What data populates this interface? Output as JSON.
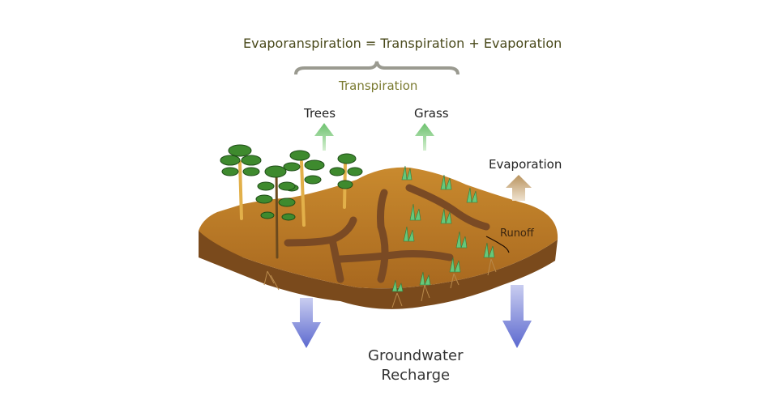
{
  "labels": {
    "equation": "Evaporanspiration = Transpiration + Evaporation",
    "transpiration": "Transpiration",
    "trees": "Trees",
    "grass": "Grass",
    "evaporation": "Evaporation",
    "runoff": "Runoff",
    "groundwater_line1": "Groundwater",
    "groundwater_line2": "Recharge"
  },
  "colors": {
    "soil_top": "#b97a26",
    "soil_side": "#7a4a1c",
    "channel": "#7a4a24",
    "transpiration_arrow": "#8fd08c",
    "evaporation_arrow": "#c8a878",
    "recharge_arrow": "#7b86d6",
    "tree_foliage": "#3e8a2e",
    "grass": "#66c87a"
  },
  "icons": [
    "transpiration-arrow-icon",
    "evaporation-arrow-icon",
    "recharge-arrow-icon",
    "tree-icon",
    "grass-tuft-icon"
  ]
}
